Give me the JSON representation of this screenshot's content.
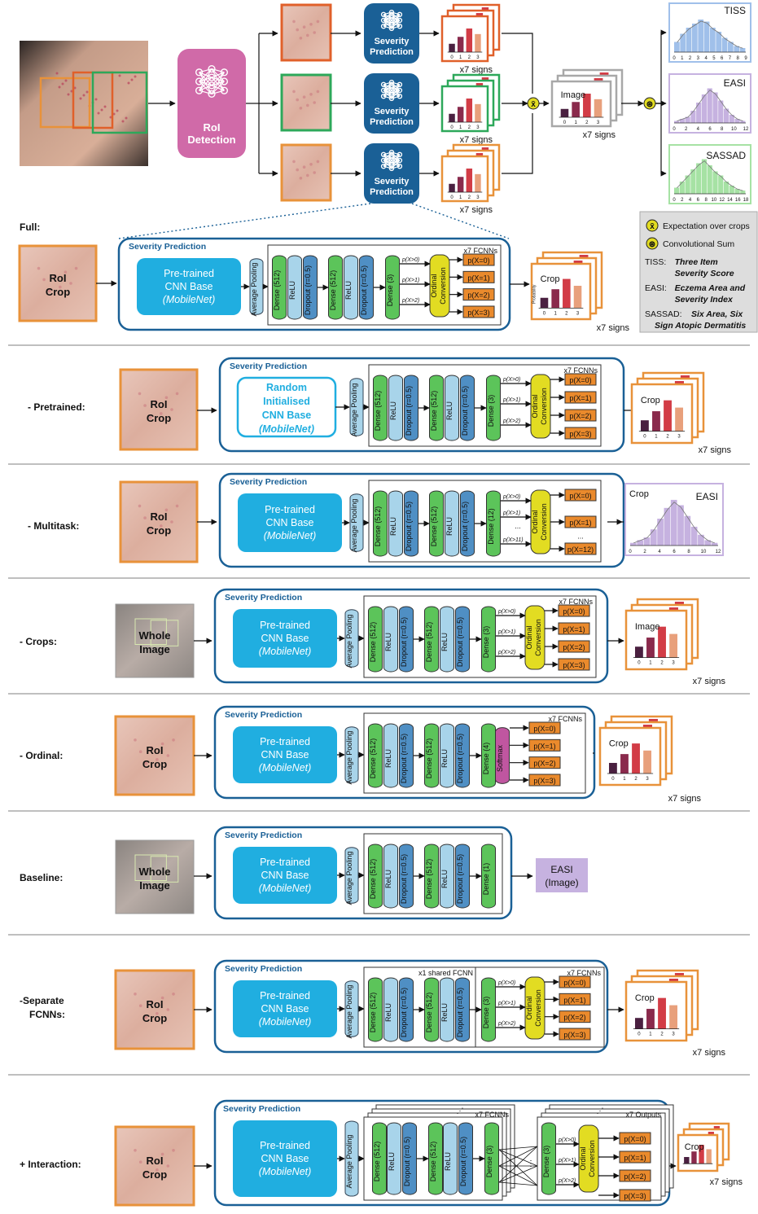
{
  "top": {
    "roi_detection": [
      "RoI",
      "Detection"
    ],
    "severity_prediction": [
      "Severity",
      "Prediction"
    ],
    "x7_signs": "x7 signs",
    "image_label": "Image",
    "expectation_symbol": "x̄",
    "conv_symbol": "⊛",
    "score_labels": [
      "TISS",
      "EASI",
      "SASSAD"
    ],
    "hist_ticks": {
      "TISS": [
        "0",
        "1",
        "2",
        "3",
        "4",
        "5",
        "6",
        "7",
        "8",
        "9"
      ],
      "EASI": [
        "0",
        "2",
        "4",
        "6",
        "8",
        "10",
        "12"
      ],
      "SASSAD": [
        "0",
        "2",
        "4",
        "6",
        "8",
        "10",
        "12",
        "14",
        "16",
        "18"
      ]
    },
    "small_bar_ticks": [
      "0",
      "1",
      "2",
      "3"
    ]
  },
  "legend": {
    "expectation": "Expectation over crops",
    "conv_sum": "Convolutional Sum",
    "tiss_prefix": "TISS: ",
    "tiss_lines": [
      "Three Item",
      "Severity Score"
    ],
    "easi_prefix": "EASI: ",
    "easi_lines": [
      "Eczema Area and",
      "Severity Index"
    ],
    "sassad_prefix": "SASSAD: ",
    "sassad_lines": [
      "Six Area, Six",
      "Sign Atopic Dermatitis"
    ]
  },
  "common": {
    "severity_prediction": "Severity Prediction",
    "pretrained_cnn": [
      "Pre-trained",
      "CNN Base",
      "(MobileNet)"
    ],
    "random_cnn": [
      "Random",
      "Initialised",
      "CNN Base",
      "(MobileNet)"
    ],
    "roi_crop": [
      "RoI",
      "Crop"
    ],
    "whole_image": [
      "Whole",
      "Image"
    ],
    "average_pooling": "Average Pooling",
    "dense512": "Dense (512)",
    "relu": "ReLU",
    "dropout": "Dropout (r=0.5)",
    "dense3": "Dense (3)",
    "dense4": "Dense (4)",
    "dense12": "Dense (12)",
    "dense1": "Dense (1)",
    "ordinal": [
      "Ordinal",
      "Conversion"
    ],
    "softmax": "Softmax",
    "x7_fcnns": "x7 FCNNs",
    "x1_shared": "x1 shared FCNN",
    "x7_outputs": "x7 Outputs",
    "x7_signs": "x7 signs",
    "crop": "Crop",
    "image": "Image",
    "easi": "EASI",
    "easi_image": [
      "EASI",
      "(Image)"
    ],
    "probability": "Probability",
    "thresholds": [
      "p(X>0)",
      "p(X>1)",
      "p(X>2)"
    ],
    "outputs": [
      "p(X=0)",
      "p(X=1)",
      "p(X=2)",
      "p(X=3)"
    ],
    "multitask_thresholds": [
      "p(X>0)",
      "p(X>1)",
      "p(X>11)"
    ],
    "multitask_outputs": [
      "p(X=0)",
      "p(X=1)",
      "p(X=12)"
    ],
    "ellipsis": "...",
    "bar_ticks": [
      "0",
      "1",
      "2",
      "3"
    ],
    "easi_ticks": [
      "0",
      "2",
      "4",
      "6",
      "8",
      "10",
      "12"
    ]
  },
  "rows": {
    "full": "Full:",
    "pretrained": "- Pretrained:",
    "multitask": "- Multitask:",
    "crops": "- Crops:",
    "ordinal": "- Ordinal:",
    "baseline": "Baseline:",
    "separate": [
      "-Separate",
      "FCNNs:"
    ],
    "interaction": "+ Interaction:"
  },
  "colors": {
    "orange": "#e8923a",
    "red_orange": "#e0602a",
    "green": "#2da85a",
    "blue_dark": "#1a6096",
    "cnn_blue": "#20aee0",
    "dense_green": "#5cc45a",
    "relu_blue": "#a8d4ea",
    "dropout_blue": "#4f8fc4",
    "ordinal_yellow": "#e2dc22",
    "output_orange": "#ea8a2c",
    "softmax_pink": "#c056a0",
    "roi_pink": "#d06aa8",
    "bar1": "#4a2040",
    "bar2": "#8a2a4c",
    "bar3": "#d23c46",
    "bar4": "#e8a07c",
    "tiss_blue": "#a0c0ea",
    "easi_purple": "#c6b2e0",
    "sassad_green": "#a6e2a4"
  }
}
